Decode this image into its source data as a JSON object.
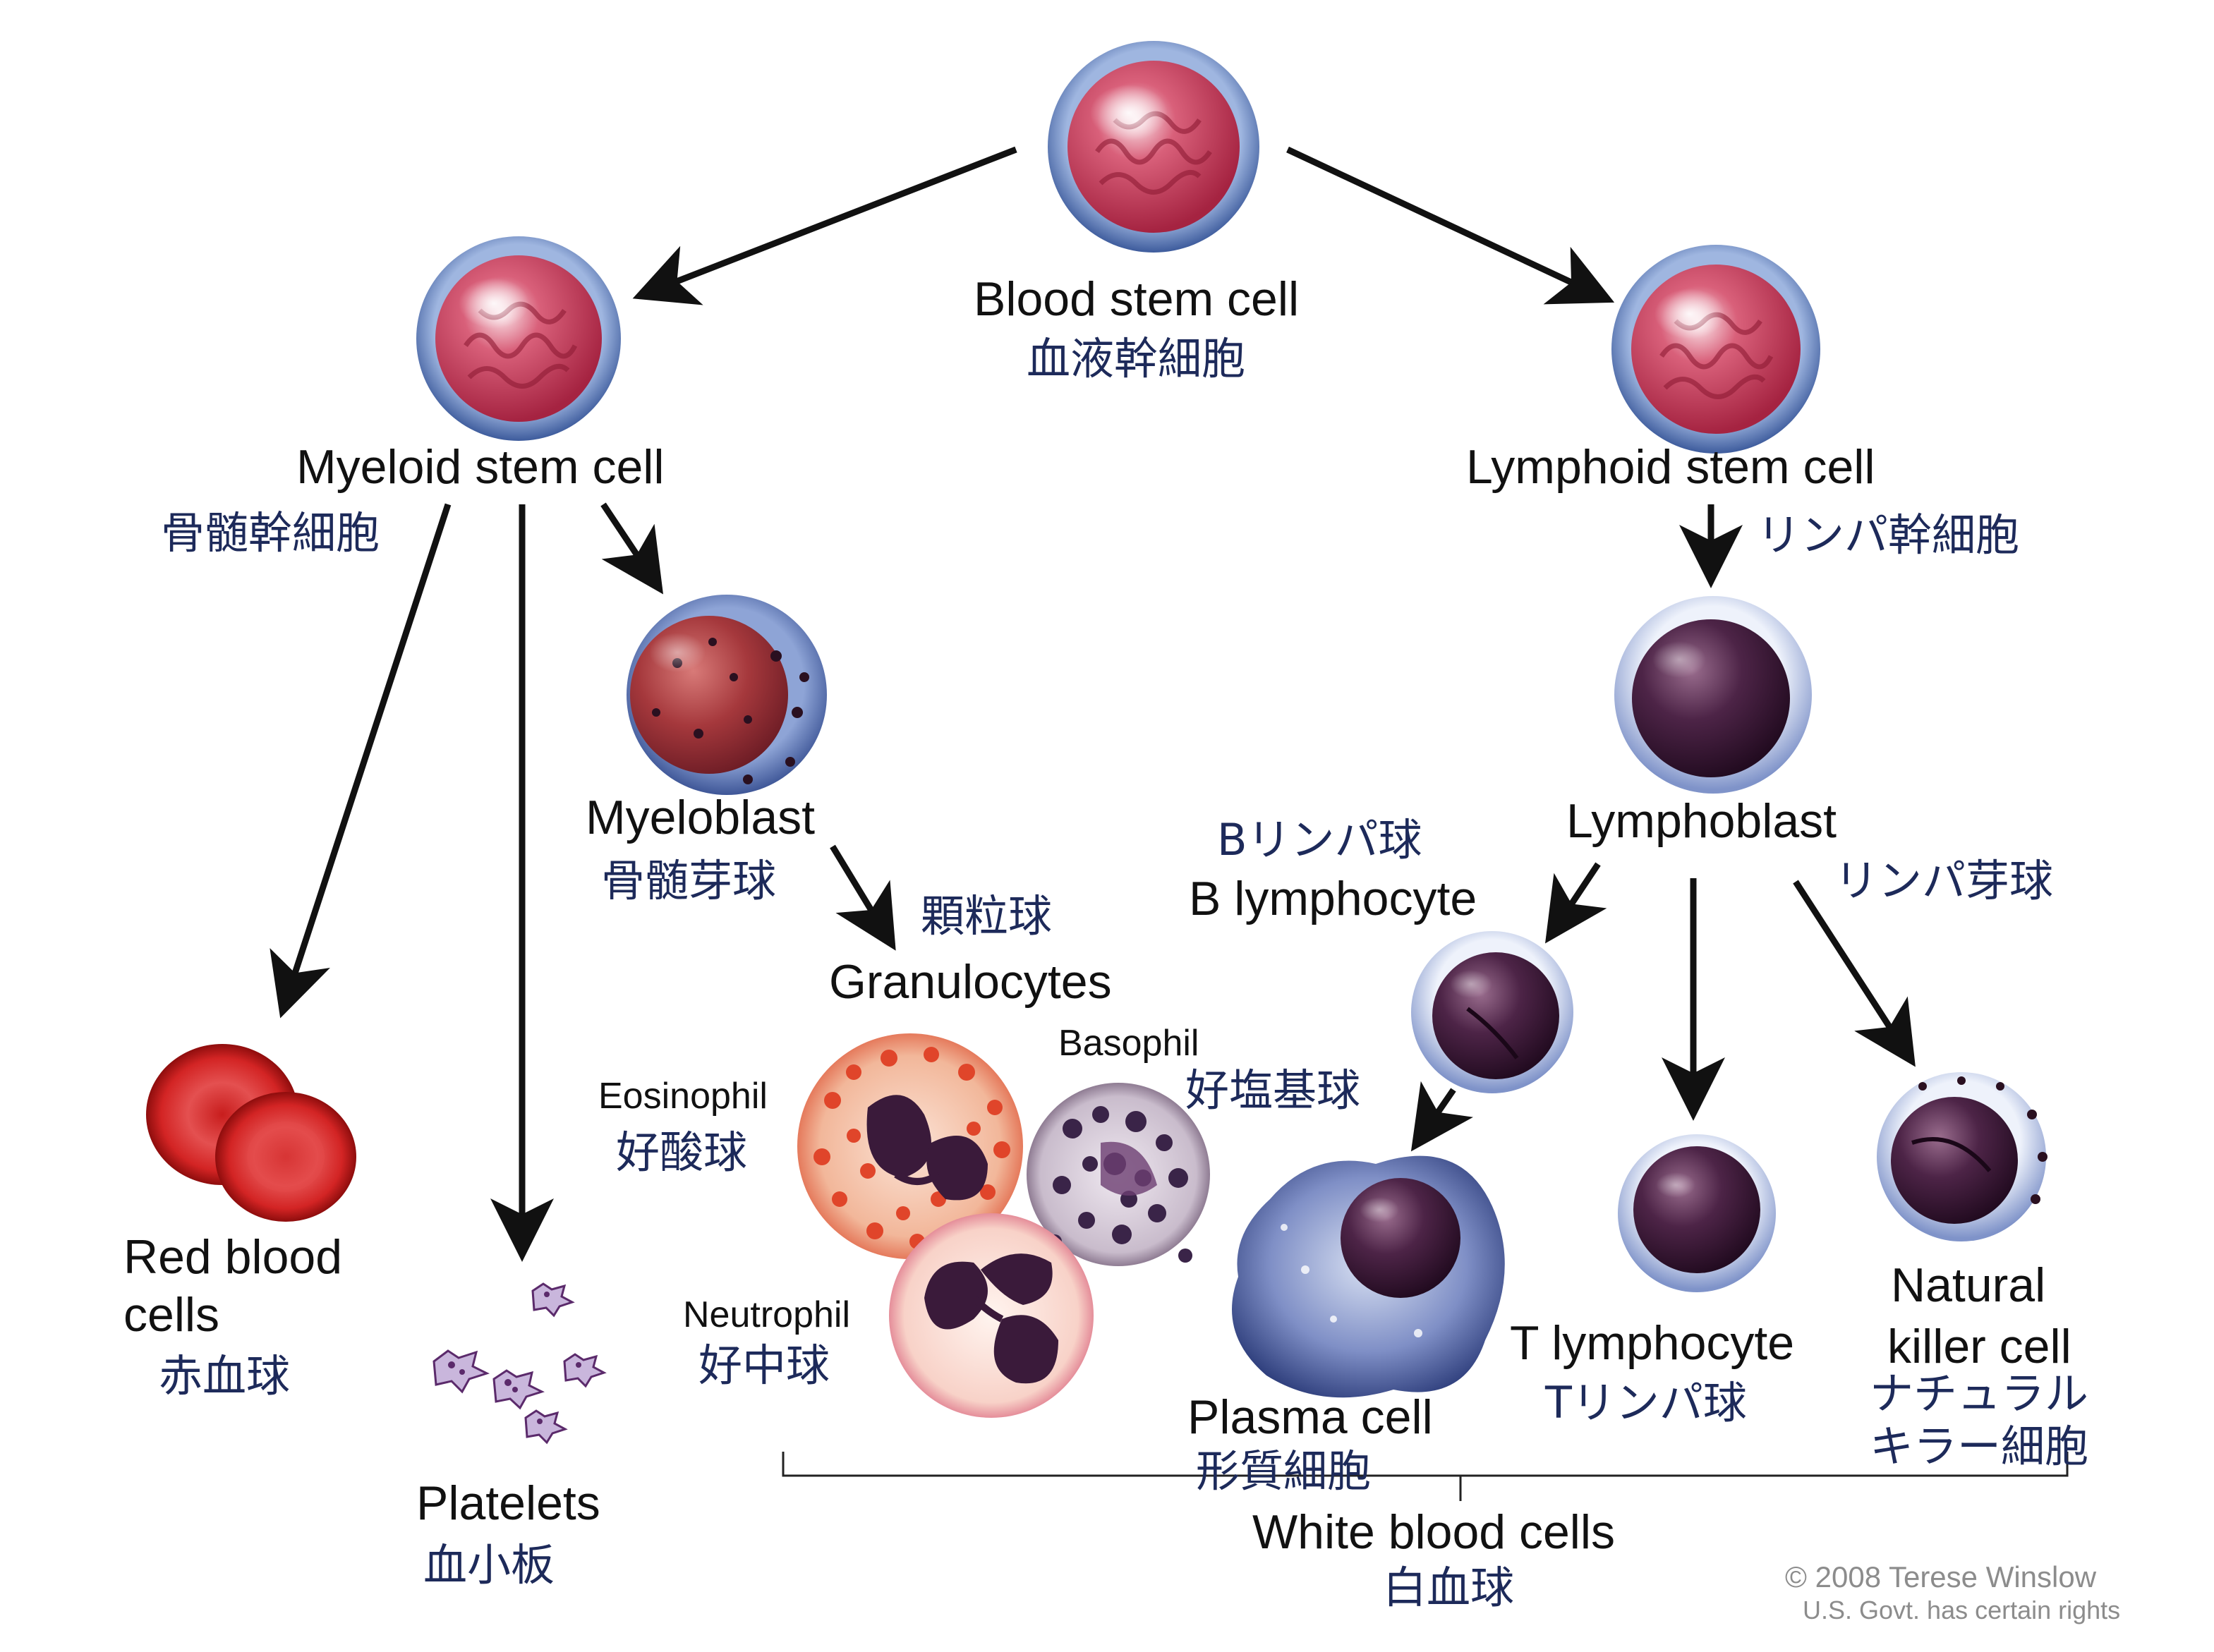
{
  "labels": {
    "blood_stem_cell": {
      "en": "Blood stem cell",
      "ja": "血液幹細胞"
    },
    "myeloid_stem_cell": {
      "en": "Myeloid stem cell",
      "ja": "骨髄幹細胞"
    },
    "lymphoid_stem_cell": {
      "en": "Lymphoid stem cell",
      "ja": "リンパ幹細胞"
    },
    "myeloblast": {
      "en": "Myeloblast",
      "ja": "骨髄芽球"
    },
    "lymphoblast": {
      "en": "Lymphoblast",
      "ja": "リンパ芽球"
    },
    "granulocytes": {
      "en": "Granulocytes",
      "ja": "顆粒球"
    },
    "b_lymphocyte": {
      "en": "B lymphocyte",
      "ja": "Bリンパ球"
    },
    "eosinophil": {
      "en": "Eosinophil",
      "ja": "好酸球"
    },
    "basophil": {
      "en": "Basophil",
      "ja": "好塩基球"
    },
    "neutrophil": {
      "en": "Neutrophil",
      "ja": "好中球"
    },
    "red_blood_cells": {
      "en_line1": "Red blood",
      "en_line2": "cells",
      "ja": "赤血球"
    },
    "platelets": {
      "en": "Platelets",
      "ja": "血小板"
    },
    "plasma_cell": {
      "en": "Plasma cell",
      "ja": "形質細胞"
    },
    "t_lymphocyte": {
      "en": "T lymphocyte",
      "ja": "Tリンパ球"
    },
    "natural_killer_cell": {
      "en_line1": "Natural",
      "en_line2": "killer cell",
      "ja_line1": "ナチュラル",
      "ja_line2": "キラー細胞"
    },
    "white_blood_cells": {
      "en": "White blood cells",
      "ja": "白血球"
    }
  },
  "copyright": {
    "line1": "© 2008 Terese Winslow",
    "line2": "U.S. Govt. has certain rights"
  },
  "colors": {
    "stem_nucleus": "#c23a55",
    "stem_membrane": "#5a78b8",
    "lymph_nucleus": "#3a1a3a",
    "red_cell": "#d42a2a",
    "eosinophil_granules": "#e0452a",
    "basophil_granules": "#3a2448",
    "arrow": "#111111",
    "japanese_text": "#1d2a5a"
  }
}
